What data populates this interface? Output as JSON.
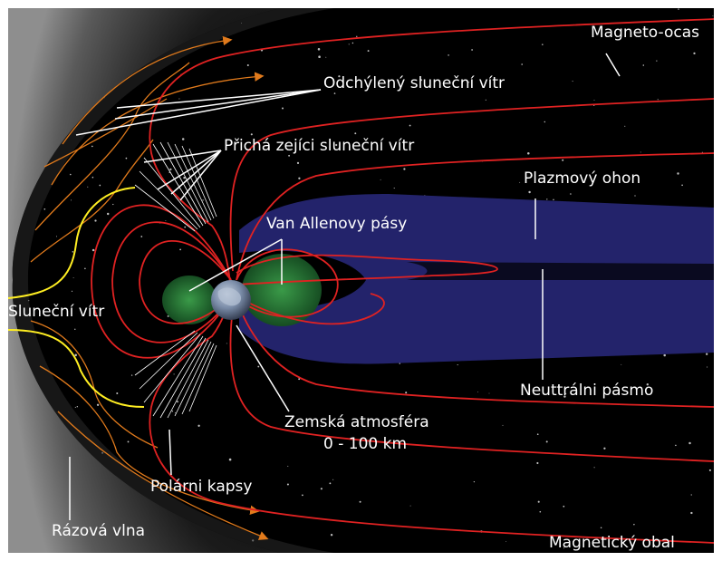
{
  "labels": {
    "magneto_ocas": "Magneto-ocas",
    "odchyleny": "Odchýlený sluneční vítr",
    "prichazejici": "Přichá zejíci sluneční vítr",
    "plazmovy": "Plazmový ohon",
    "van_allen": "Van Allenovy pásy",
    "slunecni_vitr": "Sluneční vítr",
    "neutralni": "Neuttrálni pásmo",
    "atmosfera_1": "Zemská atmosféra",
    "atmosfera_2": "0 - 100 km",
    "polarni": "Polárni kapsy",
    "razova": "Rázová vlna",
    "obal": "Magnetický obal"
  },
  "colors": {
    "space": "#000000",
    "field_line": "#e02222",
    "solar_wind": "#ffee22",
    "wind_stream": "#e07a1c",
    "plasma": "#24246e",
    "belts": "#2f8a3a",
    "earth": "#7f8fa6",
    "bow_shock": "#8a8a8a"
  },
  "icons": {
    "earth": "earth-icon"
  }
}
